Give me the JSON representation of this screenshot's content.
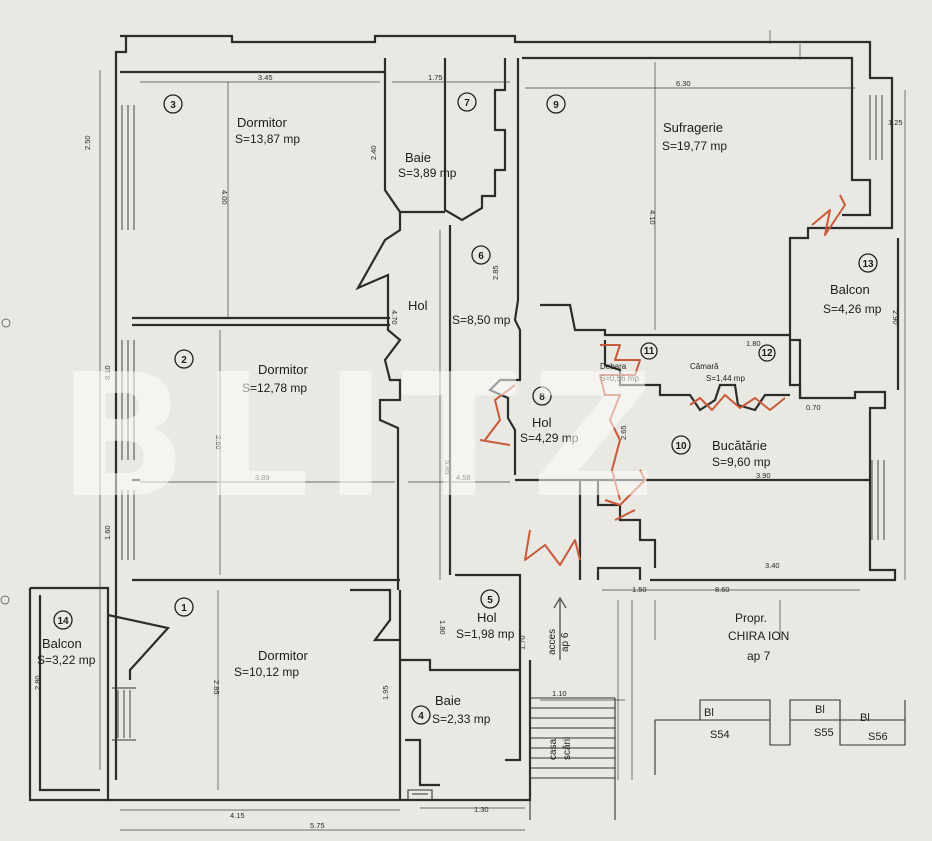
{
  "rooms": [
    {
      "num": "3",
      "name": "Dormitor",
      "area": "S=13,87 mp"
    },
    {
      "num": "7",
      "name": "Baie",
      "area": "S=3,89 mp"
    },
    {
      "num": "9",
      "name": "Sufragerie",
      "area": "S=19,77 mp"
    },
    {
      "num": "6",
      "name": "",
      "area": "S=8,50 mp"
    },
    {
      "num": "13",
      "name": "Balcon",
      "area": "S=4,26 mp"
    },
    {
      "num": "2",
      "name": "Dormitor",
      "area": "S=12,78 mp"
    },
    {
      "num": "11",
      "name": "Debara",
      "area": "S=0,56 mp"
    },
    {
      "num": "12",
      "name": "Cămară",
      "area": "S=1,44 mp"
    },
    {
      "num": "8",
      "name": "Hol",
      "area": "S=4,29 mp"
    },
    {
      "num": "10",
      "name": "Bucătărie",
      "area": "S=9,60 mp"
    },
    {
      "num": "14",
      "name": "Balcon",
      "area": "S=3,22 mp"
    },
    {
      "num": "1",
      "name": "Dormitor",
      "area": "S=10,12 mp"
    },
    {
      "num": "5",
      "name": "Hol",
      "area": "S=1,98 mp"
    },
    {
      "num": "4",
      "name": "Baie",
      "area": "S=2,33 mp"
    }
  ],
  "hol_main": "Hol",
  "neighbour": {
    "line1": "Propr.",
    "line2": "CHIRA ION",
    "line3": "ap 7"
  },
  "access": {
    "line1": "acces",
    "line2": "ap 6"
  },
  "stair": {
    "line1": "casa",
    "line2": "scării"
  },
  "blocks": [
    {
      "top": "Bl",
      "bottom": "S54"
    },
    {
      "top": "Bl",
      "bottom": "S55"
    },
    {
      "top": "Bl",
      "bottom": "S56"
    }
  ],
  "dims": [
    "3.45",
    "1.75",
    "6.30",
    "4.00",
    "3.60",
    "2.85",
    "5.75",
    "4.15",
    "1.30",
    "3.40",
    "8.60",
    "3.90",
    "3.89",
    "4.58",
    "2.85",
    "5.45",
    "4.70",
    "1.80",
    "1.95",
    "1.10",
    "1.50",
    "1.60",
    "2.80",
    "2.65",
    "8.10",
    "4.10",
    "1.80",
    "1.70",
    "2.90",
    "2.50",
    "2.40",
    "1.25",
    "0.70"
  ],
  "watermark": "BLITZ",
  "colors": {
    "paper": "#e9e8e2",
    "ink": "#2c2c2c",
    "annot": "#c85a3a"
  }
}
